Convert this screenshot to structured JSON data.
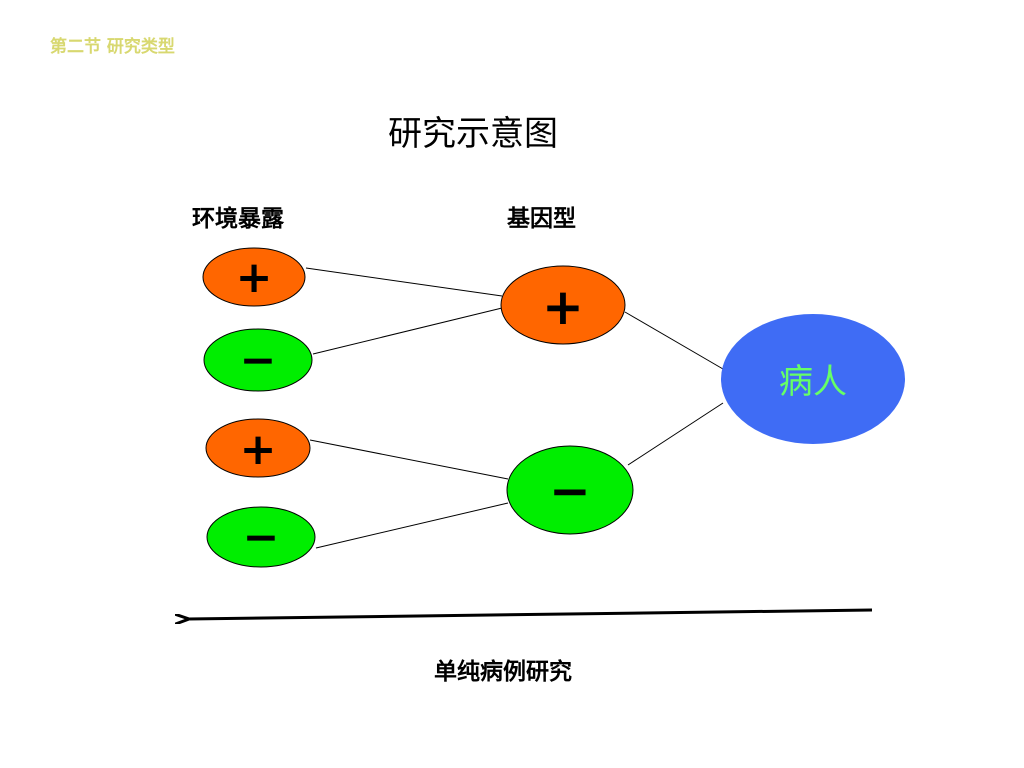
{
  "header": {
    "section": "第二节 研究类型"
  },
  "title": "研究示意图",
  "labels": {
    "exposure": "环境暴露",
    "genotype": "基因型",
    "caption": "单纯病例研究"
  },
  "nodes": {
    "exp1": {
      "sign": "+"
    },
    "exp2": {
      "sign": "−"
    },
    "exp3": {
      "sign": "+"
    },
    "exp4": {
      "sign": "−"
    },
    "gen1": {
      "sign": "+"
    },
    "gen2": {
      "sign": "−"
    },
    "patient": {
      "text": "病人"
    }
  },
  "colors": {
    "positive": "#ff6600",
    "negative": "#00ee00",
    "patient": "#3f6cf5",
    "patient_text": "#66ff66",
    "header_text": "#d8d870"
  }
}
